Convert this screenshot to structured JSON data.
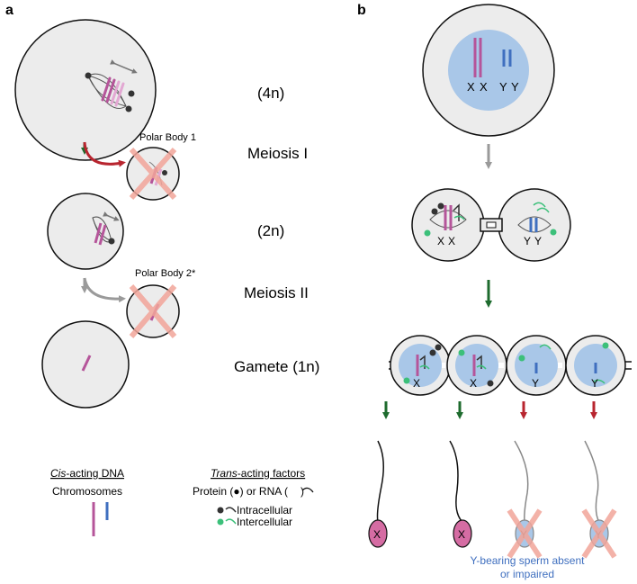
{
  "panels": {
    "a": "a",
    "b": "b"
  },
  "stages": {
    "ploidy_4n": "(4n)",
    "meiosis_1": "Meiosis I",
    "ploidy_2n": "(2n)",
    "meiosis_2": "Meiosis II",
    "gamete": "Gamete (1n)"
  },
  "polar_bodies": {
    "pb1": "Polar Body 1",
    "pb2": "Polar Body 2*"
  },
  "chromosome_letters": {
    "x": "X",
    "y": "Y"
  },
  "legend": {
    "cis_title_italic": "Cis",
    "cis_title_rest": "-acting DNA",
    "chromosomes": "Chromosomes",
    "trans_title_italic": "Trans",
    "trans_title_rest": "-acting factors",
    "protein_rna": "Protein (●) or RNA (",
    "protein_rna_end": ")",
    "intracellular": "Intracellular",
    "intercellular": "Intercellular"
  },
  "caption": {
    "line1": "Y-bearing sperm absent",
    "line2": "or impaired"
  },
  "colors": {
    "cell_fill": "#ececec",
    "nucleus": "#a9c7e8",
    "x_chrom": "#b5559a",
    "x_light": "#e3a8d3",
    "y_chrom": "#3f6fbf",
    "green_arrow": "#1e6b2e",
    "red_arrow": "#b8252f",
    "grey_arrow": "#9a9a9a",
    "cross": "#f2a59a",
    "intercellular": "#3cc07a",
    "intracellular": "#333333",
    "caption_text": "#3f6fbf",
    "sperm_x_head": "#d56ca3"
  }
}
